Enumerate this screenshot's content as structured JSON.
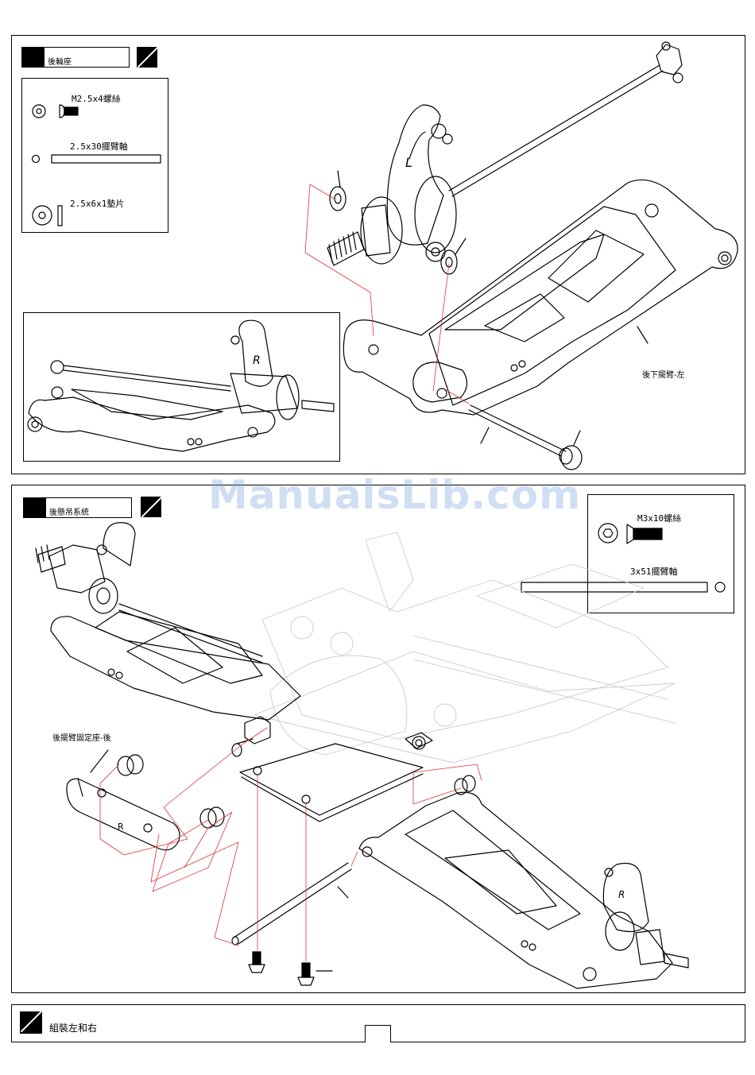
{
  "step1": {
    "title": "後輪座",
    "parts": [
      {
        "label": "M2.5x4螺絲",
        "icon": "button-head-screw-icon"
      },
      {
        "label": "2.5x30擺臂軸",
        "icon": "pin-icon"
      },
      {
        "label": "2.5x6x1墊片",
        "icon": "washer-icon"
      }
    ],
    "callout_arm": "後下擺臂-左",
    "arm_marker": "L",
    "inset_marker": "R"
  },
  "step2": {
    "title": "後懸吊系統",
    "parts": [
      {
        "label": "M3x10螺絲",
        "icon": "countersunk-screw-icon"
      },
      {
        "label": "3x51擺臂軸",
        "icon": "pin-icon"
      }
    ],
    "callout_mount": "後擺臂固定座-後",
    "mount_marker": "R",
    "arm_marker": "R"
  },
  "step3": {
    "text": "組裝左和右"
  },
  "watermark": "ManualsLib.com"
}
